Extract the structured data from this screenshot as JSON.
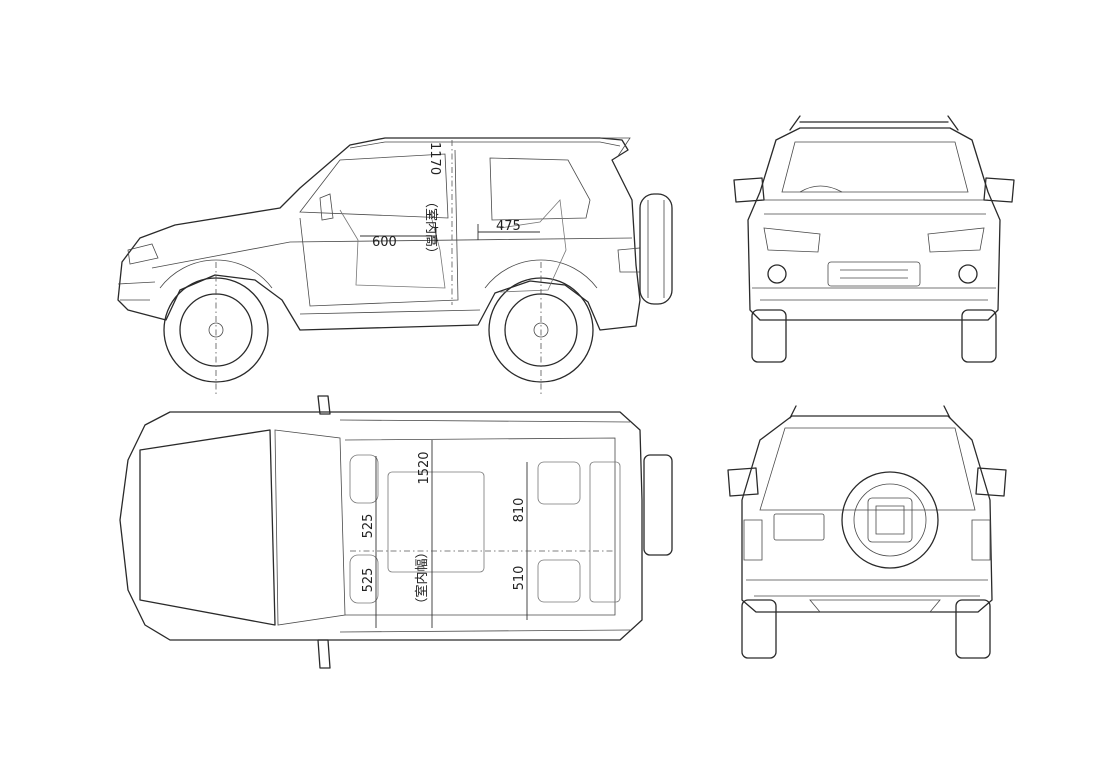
{
  "dimensions": {
    "height_label": "1170",
    "height_note": "（室内高）",
    "front_legroom": "600",
    "rear_legroom": "475",
    "interior_width": "1520",
    "interior_width_note": "（室内幅）",
    "front_seat_left": "525",
    "front_seat_right": "525",
    "rear_seat_left": "810",
    "rear_seat_right": "510"
  },
  "colors": {
    "line": "#2a2a2a",
    "background": "#ffffff"
  }
}
